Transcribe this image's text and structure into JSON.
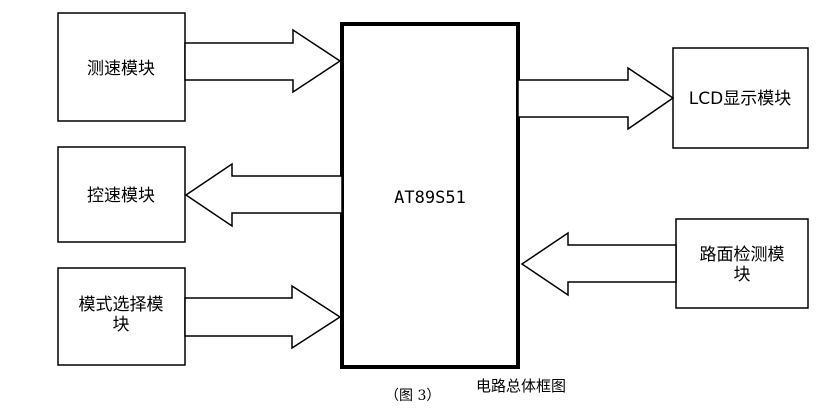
{
  "diagram": {
    "mcu": {
      "label": "AT89S51"
    },
    "blocks": {
      "speed_measure": "测速模块",
      "speed_control": "控速模块",
      "mode_select_line1": "模式选择模",
      "mode_select_line2": "块",
      "lcd": "LCD显示模块",
      "road_detect_line1": "路面检测模",
      "road_detect_line2": "块"
    },
    "caption": {
      "figure_number": "（图 3）",
      "title": "电路总体框图"
    }
  }
}
